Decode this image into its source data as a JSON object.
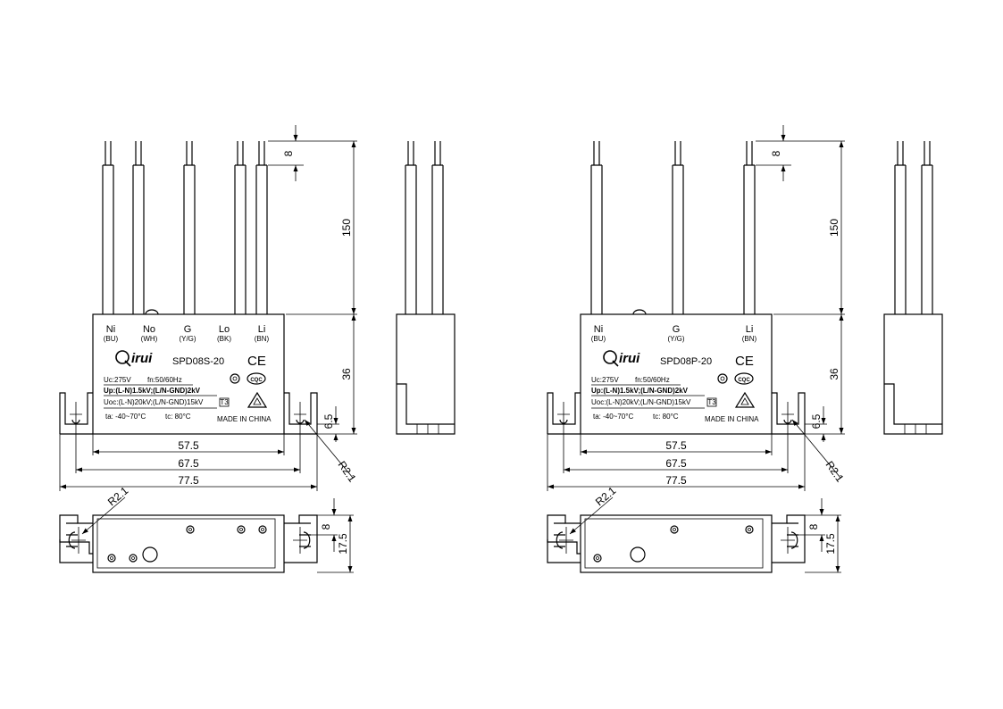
{
  "left": {
    "terminals": [
      {
        "label": "Ni",
        "color": "(BU)"
      },
      {
        "label": "No",
        "color": "(WH)"
      },
      {
        "label": "G",
        "color": "(Y/G)"
      },
      {
        "label": "Lo",
        "color": "(BK)"
      },
      {
        "label": "Li",
        "color": "(BN)"
      }
    ],
    "model": "SPD08S-20"
  },
  "right": {
    "terminals": [
      {
        "label": "Ni",
        "color": "(BU)"
      },
      {
        "label": "G",
        "color": "(Y/G)"
      },
      {
        "label": "Li",
        "color": "(BN)"
      }
    ],
    "model": "SPD08P-20"
  },
  "label": {
    "brand": "irui",
    "ce": "CE",
    "uc": "Uc:275V",
    "fn": "fn:50/60Hz",
    "up": "Up:(L-N)1.5kV;(L/N-GND)2kV",
    "uoc": "Uoc:(L-N)20kV;(L/N-GND)15kV",
    "t3": "T3",
    "ta": "ta: -40~70°C",
    "tc": "tc: 80°C",
    "made": "MADE IN CHINA",
    "cqc": "CQC"
  },
  "dims": {
    "lead_strip": "8",
    "lead_length": "150",
    "body_height": "36",
    "foot_height": "6.5",
    "radius": "R2.1",
    "width_body": "57.5",
    "width_holes": "67.5",
    "width_total": "77.5",
    "top_slot": "8",
    "top_depth": "17.5"
  }
}
